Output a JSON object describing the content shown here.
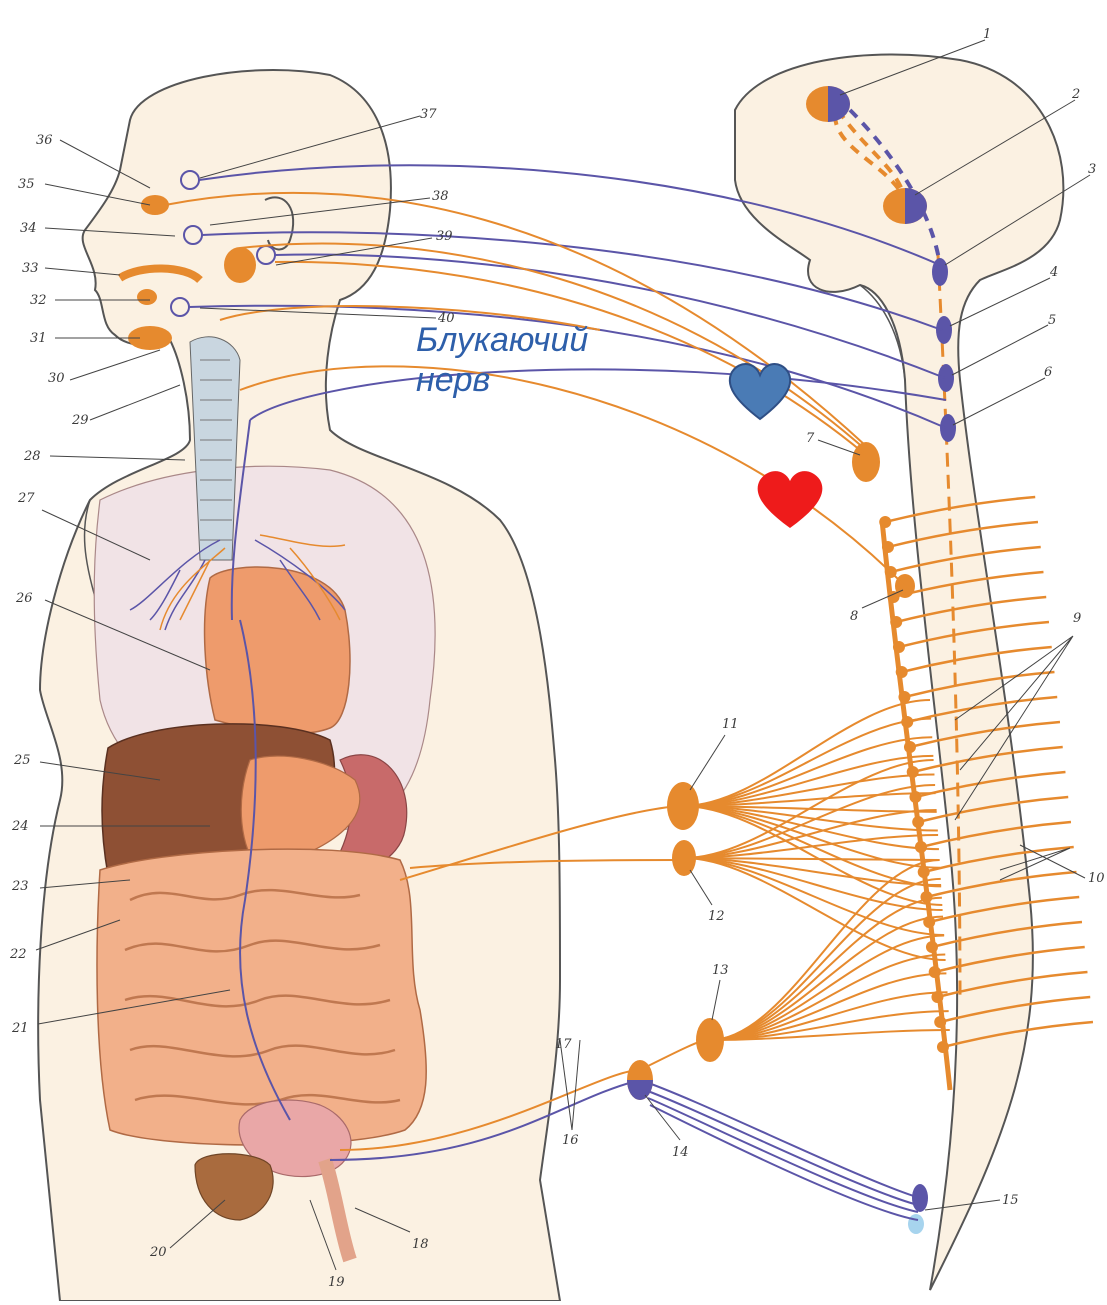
{
  "caption": {
    "line1": "Блукаючий",
    "line2": "нерв"
  },
  "labels": [
    "1",
    "2",
    "3",
    "4",
    "5",
    "6",
    "7",
    "8",
    "9",
    "10",
    "11",
    "12",
    "13",
    "14",
    "15",
    "16",
    "17",
    "18",
    "19",
    "20",
    "21",
    "22",
    "23",
    "24",
    "25",
    "26",
    "27",
    "28",
    "29",
    "30",
    "31",
    "32",
    "33",
    "34",
    "35",
    "36",
    "37",
    "38",
    "39",
    "40"
  ],
  "colors": {
    "sympathetic": "#e68a2e",
    "parasympathetic": "#5b55a8",
    "organ": "#ee9b6c",
    "liver": "#8e5034",
    "skin": "#fbf1e2",
    "lung": "#f1e3e6",
    "heart_blue": "#4a7bb5",
    "heart_red": "#ee1b1b",
    "caption": "#2e5faa"
  },
  "icons": [
    "blue-heart-icon",
    "red-heart-icon"
  ]
}
